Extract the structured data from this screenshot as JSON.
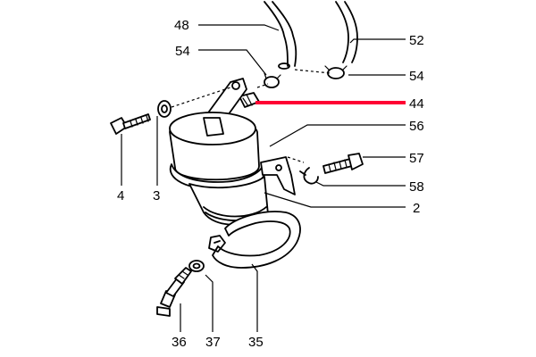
{
  "highlight_color": "#ff0033",
  "callouts": {
    "c48": "48",
    "c54a": "54",
    "c52": "52",
    "c54b": "54",
    "c44": "44",
    "c56": "56",
    "c4": "4",
    "c3": "3",
    "c57": "57",
    "c58": "58",
    "c2": "2",
    "c36": "36",
    "c37": "37",
    "c35": "35"
  }
}
